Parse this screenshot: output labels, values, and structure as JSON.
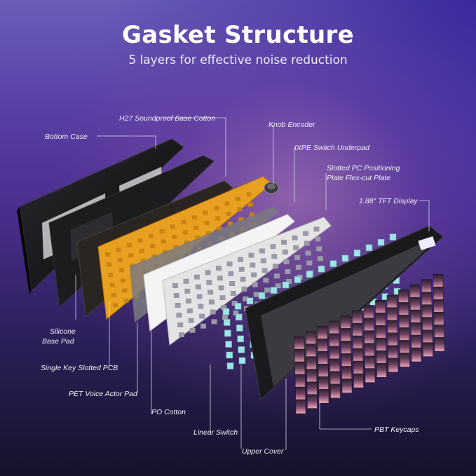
{
  "header": {
    "title": "Gasket Structure",
    "subtitle": "5 layers for effective noise reduction"
  },
  "labels": {
    "bottom_case": "Bottom Case",
    "h27_cotton": "H27 Soundproof Base Cotton",
    "knob_encoder": "Knob Encoder",
    "ixpe_underpad": "IXPE Switch Underpad",
    "slotted_pc_1": "Slotted PC Positioning",
    "slotted_pc_2": "Plate Flex-cut Plate",
    "tft_display": "1.88\" TFT Display",
    "silicone_1": "Silicone",
    "silicone_2": "Base Pad",
    "pcb": "Single Key Slotted PCB",
    "pet_pad": "PET Voice Actor Pad",
    "po_cotton": "PO Cotton",
    "linear_switch": "Linear Switch",
    "upper_cover": "Upper Cover",
    "pbt_keycaps": "PBT Keycaps"
  },
  "colors": {
    "pcb": "#e8a020",
    "switch": "#9fe3e6",
    "plate": "#ebebeb",
    "case": "#141414",
    "keycap_top": "#2a2030",
    "keycap_bottom": "#f0a6b8"
  }
}
